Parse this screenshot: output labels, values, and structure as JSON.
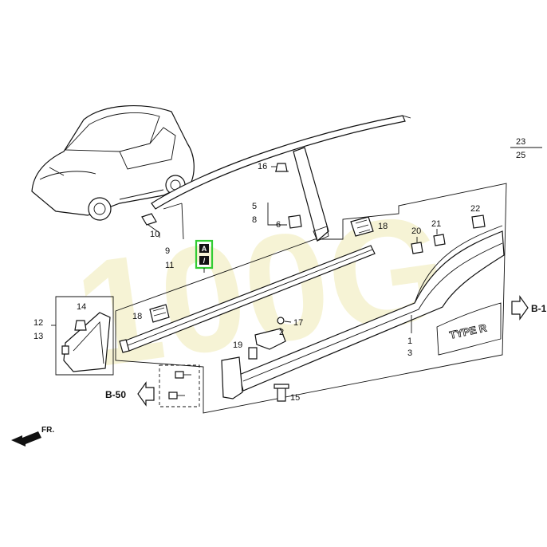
{
  "watermark": "100G",
  "labels": {
    "p1": "1",
    "p2": "2",
    "p3": "3",
    "p5": "5",
    "p6": "6",
    "p8": "8",
    "p9": "9",
    "p10": "10",
    "p11": "11",
    "p12": "12",
    "p13": "13",
    "p14": "14",
    "p15": "15",
    "p16": "16",
    "p17": "17",
    "p18a": "18",
    "p18b": "18",
    "p19": "19",
    "p20": "20",
    "p21": "21",
    "p22": "22",
    "p23": "23",
    "p25": "25"
  },
  "highlight": {
    "top": "A",
    "bottom": "/"
  },
  "refs": {
    "b1": "B-1",
    "b50": "B-50",
    "fr": "FR."
  },
  "emblem": "TYPE R"
}
